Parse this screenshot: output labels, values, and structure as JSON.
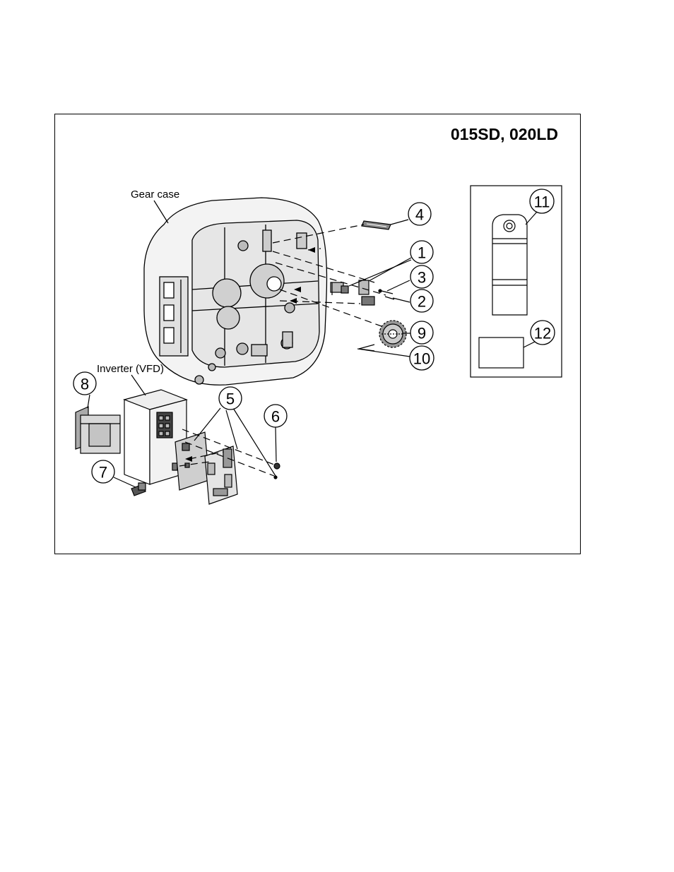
{
  "model_title": "015SD, 020LD",
  "labels": {
    "gear_case": "Gear case",
    "inverter": "Inverter (VFD)"
  },
  "callouts": [
    "1",
    "2",
    "3",
    "4",
    "5",
    "6",
    "7",
    "8",
    "9",
    "10",
    "11",
    "12"
  ]
}
